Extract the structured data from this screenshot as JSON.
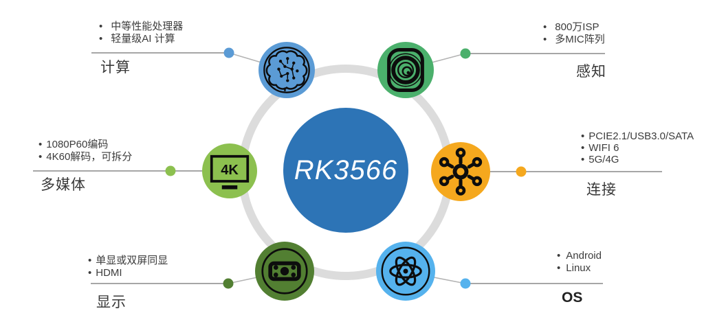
{
  "center": {
    "label": "RK3566"
  },
  "colors": {
    "background": "#ffffff",
    "center_circle": "#2d74b6",
    "ring": "#dcdcdc",
    "line": "#a6a6a6",
    "diagonal": "#b3b3b3"
  },
  "nodes": [
    {
      "id": "compute",
      "title": "计算",
      "bullets": [
        "中等性能处理器",
        "轻量级AI 计算"
      ],
      "color": "#5b9bd5",
      "icon": "brain-circuit-icon"
    },
    {
      "id": "perception",
      "title": "感知",
      "bullets": [
        "800万ISP",
        "多MIC阵列"
      ],
      "color": "#4bb06c",
      "icon": "camera-lens-icon"
    },
    {
      "id": "multimedia",
      "title": "多媒体",
      "bullets": [
        "1080P60编码",
        "4K60解码，可拆分"
      ],
      "color": "#8cc04f",
      "icon": "tv-4k-icon",
      "icon_text": "4K"
    },
    {
      "id": "connectivity",
      "title": "连接",
      "bullets": [
        "PCIE2.1/USB3.0/SATA",
        "WIFI 6",
        "5G/4G"
      ],
      "color": "#f5a81e",
      "icon": "hub-icon"
    },
    {
      "id": "display",
      "title": "显示",
      "bullets": [
        "单显或双屏同显",
        "HDMI"
      ],
      "color": "#527f32",
      "icon": "banknote-icon"
    },
    {
      "id": "os",
      "title": "OS",
      "bullets": [
        "Android",
        "Linux"
      ],
      "color": "#55b2ed",
      "icon": "atom-icon"
    }
  ]
}
